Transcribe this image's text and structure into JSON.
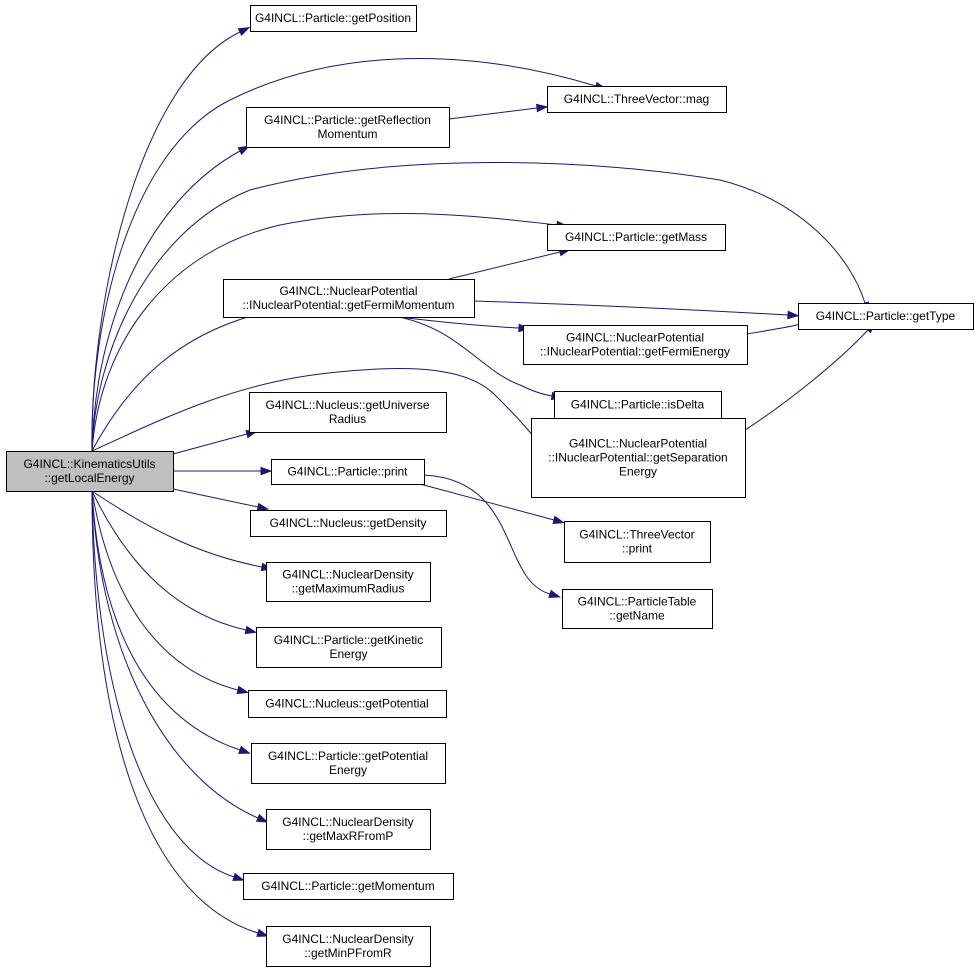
{
  "colors": {
    "edge": "#191970",
    "root_fill": "#bfbfbf",
    "node_fill": "#ffffff",
    "node_stroke": "#000000"
  },
  "nodes": {
    "root": [
      "G4INCL::KinematicsUtils",
      "::getLocalEnergy"
    ],
    "get_position": [
      "G4INCL::Particle::getPosition"
    ],
    "get_reflection_momentum": [
      "G4INCL::Particle::getReflection",
      "Momentum"
    ],
    "threevector_mag": [
      "G4INCL::ThreeVector::mag"
    ],
    "get_mass": [
      "G4INCL::Particle::getMass"
    ],
    "get_fermi_momentum": [
      "G4INCL::NuclearPotential",
      "::INuclearPotential::getFermiMomentum"
    ],
    "get_type": [
      "G4INCL::Particle::getType"
    ],
    "get_fermi_energy": [
      "G4INCL::NuclearPotential",
      "::INuclearPotential::getFermiEnergy"
    ],
    "is_delta": [
      "G4INCL::Particle::isDelta"
    ],
    "get_universe_radius": [
      "G4INCL::Nucleus::getUniverse",
      "Radius"
    ],
    "get_separation_energy": [
      "G4INCL::NuclearPotential",
      "::INuclearPotential::getSeparation",
      "Energy"
    ],
    "particle_print": [
      "G4INCL::Particle::print"
    ],
    "get_density": [
      "G4INCL::Nucleus::getDensity"
    ],
    "threevector_print": [
      "G4INCL::ThreeVector",
      "::print"
    ],
    "get_maximum_radius": [
      "G4INCL::NuclearDensity",
      "::getMaximumRadius"
    ],
    "particletable_get_name": [
      "G4INCL::ParticleTable",
      "::getName"
    ],
    "get_kinetic_energy": [
      "G4INCL::Particle::getKinetic",
      "Energy"
    ],
    "get_potential": [
      "G4INCL::Nucleus::getPotential"
    ],
    "get_potential_energy": [
      "G4INCL::Particle::getPotential",
      "Energy"
    ],
    "get_max_r_from_p": [
      "G4INCL::NuclearDensity",
      "::getMaxRFromP"
    ],
    "get_momentum": [
      "G4INCL::Particle::getMomentum"
    ],
    "get_min_p_from_r": [
      "G4INCL::NuclearDensity",
      "::getMinPFromR"
    ]
  },
  "edges": [
    [
      "root",
      "get_position"
    ],
    [
      "root",
      "threevector_mag"
    ],
    [
      "root",
      "get_reflection_momentum"
    ],
    [
      "get_reflection_momentum",
      "threevector_mag"
    ],
    [
      "root",
      "get_type"
    ],
    [
      "root",
      "get_mass"
    ],
    [
      "root",
      "get_fermi_momentum"
    ],
    [
      "get_fermi_momentum",
      "get_mass"
    ],
    [
      "get_fermi_momentum",
      "get_type"
    ],
    [
      "get_fermi_momentum",
      "get_fermi_energy"
    ],
    [
      "get_fermi_momentum",
      "is_delta"
    ],
    [
      "get_fermi_energy",
      "get_type"
    ],
    [
      "root",
      "get_separation_energy"
    ],
    [
      "get_separation_energy",
      "get_type"
    ],
    [
      "root",
      "get_universe_radius"
    ],
    [
      "root",
      "particle_print"
    ],
    [
      "particle_print",
      "threevector_print"
    ],
    [
      "particle_print",
      "particletable_get_name"
    ],
    [
      "root",
      "get_density"
    ],
    [
      "root",
      "get_maximum_radius"
    ],
    [
      "root",
      "get_kinetic_energy"
    ],
    [
      "root",
      "get_potential"
    ],
    [
      "root",
      "get_potential_energy"
    ],
    [
      "root",
      "get_max_r_from_p"
    ],
    [
      "root",
      "get_momentum"
    ],
    [
      "root",
      "get_min_p_from_r"
    ]
  ]
}
